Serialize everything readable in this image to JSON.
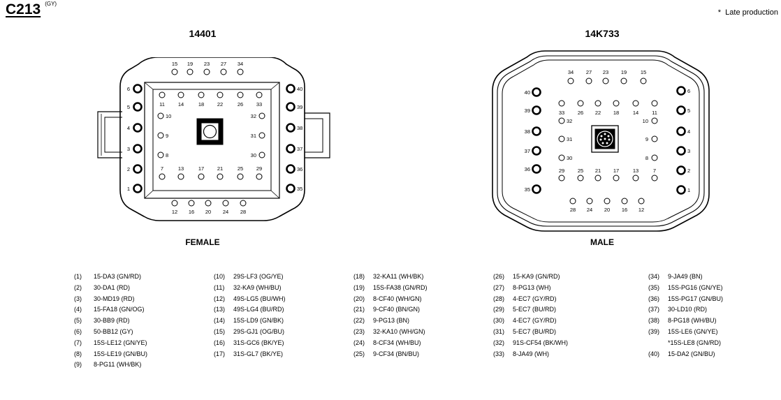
{
  "connector": {
    "id": "C213",
    "color_code": "(GY)"
  },
  "note": "Late production",
  "female": {
    "part_number": "14401",
    "label": "FEMALE"
  },
  "male": {
    "part_number": "14K733",
    "label": "MALE"
  },
  "pin_numbers": {
    "outer_left": [
      "6",
      "5",
      "4",
      "3",
      "2",
      "1"
    ],
    "outer_right": [
      "40",
      "39",
      "38",
      "37",
      "36",
      "35"
    ],
    "outer_top": [
      "15",
      "19",
      "23",
      "27",
      "34"
    ],
    "outer_bottom": [
      "12",
      "16",
      "20",
      "24",
      "28"
    ],
    "inner_top": [
      "11",
      "14",
      "18",
      "22",
      "26",
      "33"
    ],
    "inner_bottom": [
      "7",
      "13",
      "17",
      "21",
      "25",
      "29"
    ],
    "inner_left": [
      "10",
      "9",
      "8"
    ],
    "inner_right": [
      "32",
      "31",
      "30"
    ]
  },
  "pins": [
    {
      "num": "(1)",
      "desc": "15-DA3 (GN/RD)"
    },
    {
      "num": "(2)",
      "desc": "30-DA1 (RD)"
    },
    {
      "num": "(3)",
      "desc": "30-MD19 (RD)"
    },
    {
      "num": "(4)",
      "desc": "15-FA18 (GN/OG)"
    },
    {
      "num": "(5)",
      "desc": "30-BB9 (RD)"
    },
    {
      "num": "(6)",
      "desc": "50-BB12 (GY)"
    },
    {
      "num": "(7)",
      "desc": "15S-LE12 (GN/YE)"
    },
    {
      "num": "(8)",
      "desc": "15S-LE19 (GN/BU)"
    },
    {
      "num": "(9)",
      "desc": "8-PG11 (WH/BK)"
    },
    {
      "num": "(10)",
      "desc": "29S-LF3 (OG/YE)"
    },
    {
      "num": "(11)",
      "desc": "32-KA9 (WH/BU)"
    },
    {
      "num": "(12)",
      "desc": "49S-LG5 (BU/WH)"
    },
    {
      "num": "(13)",
      "desc": "49S-LG4 (BU/RD)"
    },
    {
      "num": "(14)",
      "desc": "15S-LD9 (GN/BK)"
    },
    {
      "num": "(15)",
      "desc": "29S-GJ1 (OG/BU)"
    },
    {
      "num": "(16)",
      "desc": "31S-GC6 (BK/YE)"
    },
    {
      "num": "(17)",
      "desc": "31S-GL7 (BK/YE)"
    },
    {
      "num": "(18)",
      "desc": "32-KA11 (WH/BK)"
    },
    {
      "num": "(19)",
      "desc": "15S-FA38 (GN/RD)"
    },
    {
      "num": "(20)",
      "desc": "8-CF40 (WH/GN)"
    },
    {
      "num": "(21)",
      "desc": "9-CF40 (BN/GN)"
    },
    {
      "num": "(22)",
      "desc": "9-PG13 (BN)"
    },
    {
      "num": "(23)",
      "desc": "32-KA10 (WH/GN)"
    },
    {
      "num": "(24)",
      "desc": "8-CF34 (WH/BU)"
    },
    {
      "num": "(25)",
      "desc": "9-CF34 (BN/BU)"
    },
    {
      "num": "(26)",
      "desc": "15-KA9 (GN/RD)"
    },
    {
      "num": "(27)",
      "desc": "8-PG13 (WH)"
    },
    {
      "num": "(28)",
      "desc": "4-EC7 (GY/RD)"
    },
    {
      "num": "(29)",
      "desc": "5-EC7 (BU/RD)"
    },
    {
      "num": "(30)",
      "desc": "4-EC7 (GY/RD)"
    },
    {
      "num": "(31)",
      "desc": "5-EC7 (BU/RD)"
    },
    {
      "num": "(32)",
      "desc": "91S-CF54 (BK/WH)"
    },
    {
      "num": "(33)",
      "desc": "8-JA49 (WH)"
    },
    {
      "num": "(34)",
      "desc": "9-JA49 (BN)"
    },
    {
      "num": "(35)",
      "desc": "15S-PG16 (GN/YE)"
    },
    {
      "num": "(36)",
      "desc": "15S-PG17 (GN/BU)"
    },
    {
      "num": "(37)",
      "desc": "30-LD10 (RD)"
    },
    {
      "num": "(38)",
      "desc": "8-PG18 (WH/BU)"
    },
    {
      "num": "(39)",
      "desc": "15S-LE6 (GN/YE)\n*15S-LE8 (GN/RD)"
    },
    {
      "num": "(40)",
      "desc": "15-DA2 (GN/BU)"
    }
  ]
}
